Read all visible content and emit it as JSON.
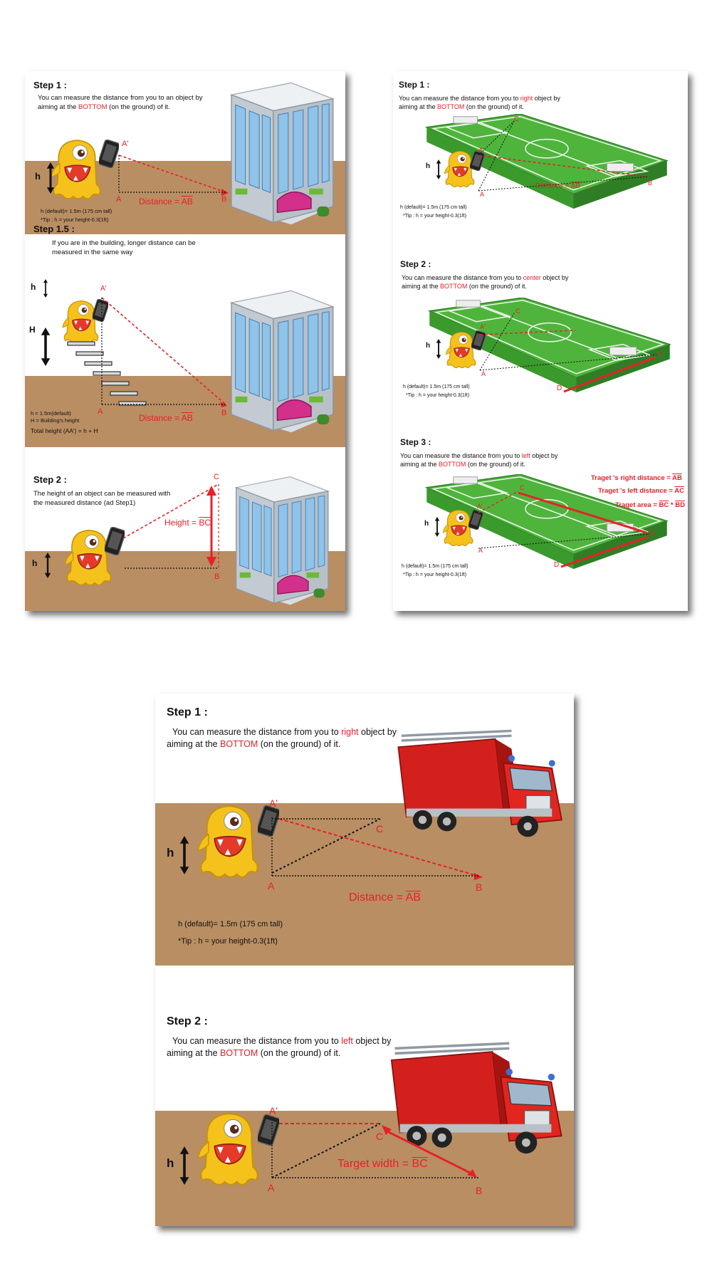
{
  "colors": {
    "ground": "#b98e63",
    "red": "#e8202a",
    "monster": "#f5c21b",
    "field": "#4fb43c",
    "field_dark": "#2f7e25",
    "truck": "#d4201d",
    "building_glass": "#8fc3ea",
    "awning": "#d2308a"
  },
  "icons": [
    "monster-icon",
    "phone-icon",
    "building-icon",
    "soccer-field-icon",
    "fire-truck-icon",
    "double-arrow-icon"
  ],
  "building_card": {
    "step1": {
      "title": "Step 1 :",
      "desc_a": "You can measure the distance from you to an object by aiming at the ",
      "desc_red": "BOTTOM",
      "desc_b": " (on the ground) of it.",
      "label_h": "h",
      "label_a_prime": "A'",
      "label_a": "A",
      "label_b": "B",
      "distance": "Distance = ",
      "distance_seg": "AB",
      "note1": "h (default)= 1.5m (175 cm tall)",
      "note2": "*Tip : h = your height-0.3(1ft)"
    },
    "step15": {
      "title": "Step 1.5 :",
      "desc": "If you are in the building, longer distance can be measured in the same way",
      "label_h": "h",
      "label_H": "H",
      "label_a_prime": "A'",
      "label_a": "A",
      "label_b": "B",
      "distance": "Distance = ",
      "distance_seg": "AB",
      "note1": "h = 1.5m(default)",
      "note2": "H = Building's height",
      "note3": "Total height (AA') = h + H"
    },
    "step2": {
      "title": "Step 2 :",
      "desc": "The height of an object can be measured with the measured distance (ad Step1)",
      "label_h": "h",
      "label_c": "C",
      "label_b": "B",
      "height": "Height = ",
      "height_seg": "BC"
    }
  },
  "field_card": {
    "step1": {
      "title": "Step 1 :",
      "desc_a": "You can measure the distance from you to ",
      "desc_red1": "right",
      "desc_b": " object by aiming at the ",
      "desc_red2": "BOTTOM",
      "desc_c": " (on the ground) of it.",
      "label_h": "h",
      "label_a_prime": "A'",
      "label_a": "A",
      "label_b": "B",
      "label_c": "C",
      "distance": "Distance = ",
      "distance_seg": "AB",
      "note1": "h (default)= 1.5m (175 cm tall)",
      "note2": "*Tip : h = your height-0.3(1ft)"
    },
    "step2": {
      "title": "Step 2 :",
      "desc_a": "You can measure the distance from you to ",
      "desc_red1": "center",
      "desc_b": " object by aiming at the ",
      "desc_red2": "BOTTOM",
      "desc_c": " (on the ground) of it.",
      "label_h": "h",
      "label_a_prime": "A'",
      "label_a": "A",
      "label_b": "B",
      "label_c": "C",
      "label_d": "D",
      "note1": "h (default)= 1.5m (175 cm tall)",
      "note2": "*Tip : h = your height-0.3(1ft)"
    },
    "step3": {
      "title": "Step 3 :",
      "desc_a": "You can measure the distance from you to ",
      "desc_red1": "left",
      "desc_b": " object by aiming at the ",
      "desc_red2": "BOTTOM",
      "desc_c": " (on the ground) of it.",
      "label_h": "h",
      "label_a_prime": "A'",
      "label_a": "A",
      "label_b": "B",
      "label_c": "C",
      "label_d": "D",
      "right_distance": "Traget 's right distance = ",
      "right_seg": "AB",
      "left_distance": "Traget 's left distance = ",
      "left_seg": "AC",
      "area": "Traget area = ",
      "area_seg1": "BC",
      "area_mid": " * ",
      "area_seg2": "BD",
      "note1": "h (default)= 1.5m (175 cm tall)",
      "note2": "*Tip : h = your height-0.3(1ft)"
    }
  },
  "truck_card": {
    "step1": {
      "title": "Step 1 :",
      "desc_a": "You can measure the distance from you to ",
      "desc_red1": "right",
      "desc_b": " object by aiming at the ",
      "desc_red2": "BOTTOM",
      "desc_c": " (on the ground) of it.",
      "label_h": "h",
      "label_a_prime": "A'",
      "label_a": "A",
      "label_b": "B",
      "label_c": "C",
      "distance": "Distance = ",
      "distance_seg": "AB",
      "note1": "h (default)= 1.5m (175 cm tall)",
      "note2": "*Tip : h = your height-0.3(1ft)"
    },
    "step2": {
      "title": "Step 2 :",
      "desc_a": "You can measure the distance from you to ",
      "desc_red1": "left",
      "desc_b": " object by aiming at the ",
      "desc_red2": "BOTTOM",
      "desc_c": " (on the ground) of it.",
      "label_h": "h",
      "label_a_prime": "A'",
      "label_a": "A",
      "label_b": "B",
      "label_c": "C",
      "width": "Target width = ",
      "width_seg": "BC"
    }
  }
}
